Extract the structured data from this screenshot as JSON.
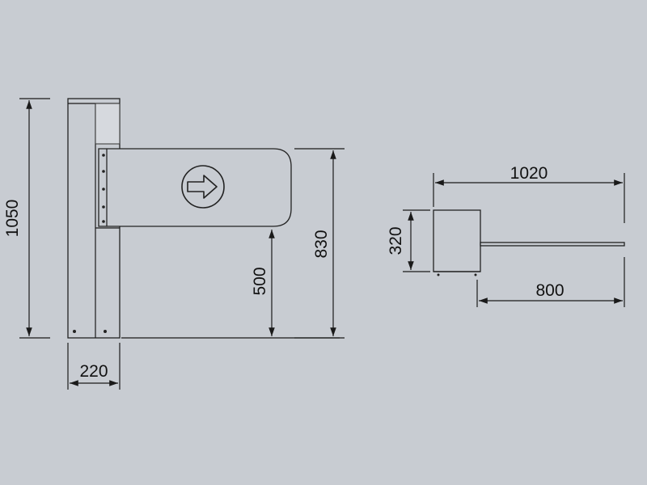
{
  "diagram": {
    "background": "#c8ccd2",
    "line_color": "#1a1a1a",
    "front_view": {
      "dimensions": {
        "total_height": "1050",
        "post_width": "220",
        "arm_height_from_floor": "500",
        "arm_top_height": "830"
      }
    },
    "top_view": {
      "dimensions": {
        "total_length": "1020",
        "cabinet_depth": "320",
        "arm_length": "800"
      }
    },
    "icons": {
      "direction_arrow": "right-arrow-icon"
    }
  }
}
